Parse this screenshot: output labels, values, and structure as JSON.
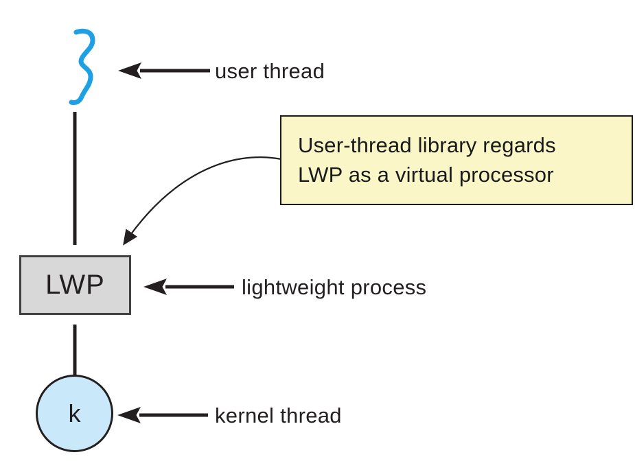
{
  "figure": {
    "title_hint": "Lightweight process (LWP) diagram",
    "user_thread": {
      "label": "user thread"
    },
    "lwp": {
      "box_text": "LWP",
      "label": "lightweight process"
    },
    "kernel": {
      "circle_text": "k",
      "label": "kernel thread"
    },
    "callout": {
      "line1": "User-thread library regards",
      "line2": "LWP as a virtual processor"
    },
    "colors": {
      "squiggle_blue": "#1ea0e4",
      "callout_bg": "#faf6c8",
      "lwp_box_bg": "#d8d8d8",
      "kernel_circle_bg": "#c9e8fa",
      "ink": "#231f20"
    }
  }
}
